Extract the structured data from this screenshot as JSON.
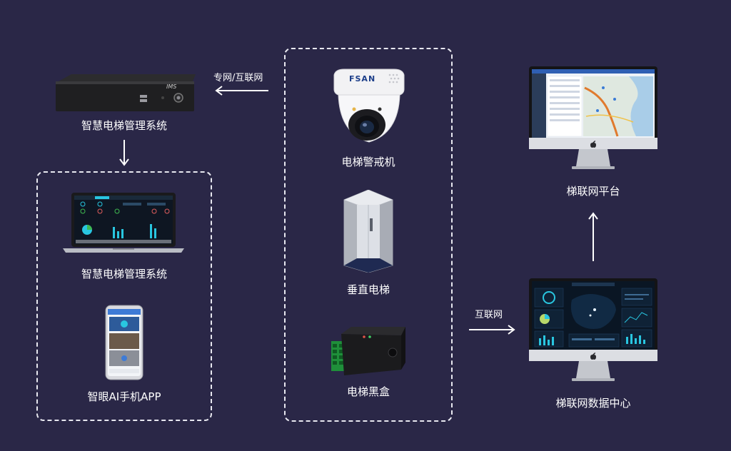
{
  "colors": {
    "background": "#2a2747",
    "line": "#ffffff",
    "screen_dark": "#0d1a2b",
    "accent_cyan": "#29c6e0"
  },
  "devices": {
    "ims_box": {
      "label": "智慧电梯管理系统",
      "brand": "IMS"
    },
    "laptop": {
      "label": "智慧电梯管理系统"
    },
    "phone": {
      "label": "智眼AI手机APP"
    },
    "camera": {
      "label": "电梯警戒机",
      "brand": "FSAN"
    },
    "elevator": {
      "label": "垂直电梯"
    },
    "blackbox": {
      "label": "电梯黑盒"
    },
    "platform_monitor": {
      "label": "梯联网平台"
    },
    "datacenter_monitor": {
      "label": "梯联网数据中心"
    }
  },
  "connections": {
    "private_net": {
      "label": "专网/互联网"
    },
    "internet": {
      "label": "互联网"
    }
  },
  "icons": {
    "arrow_left": "arrow-left-icon",
    "arrow_right": "arrow-right-icon",
    "arrow_down": "arrow-down-icon",
    "arrow_up": "arrow-up-icon",
    "apple_logo": "apple-logo-icon"
  }
}
